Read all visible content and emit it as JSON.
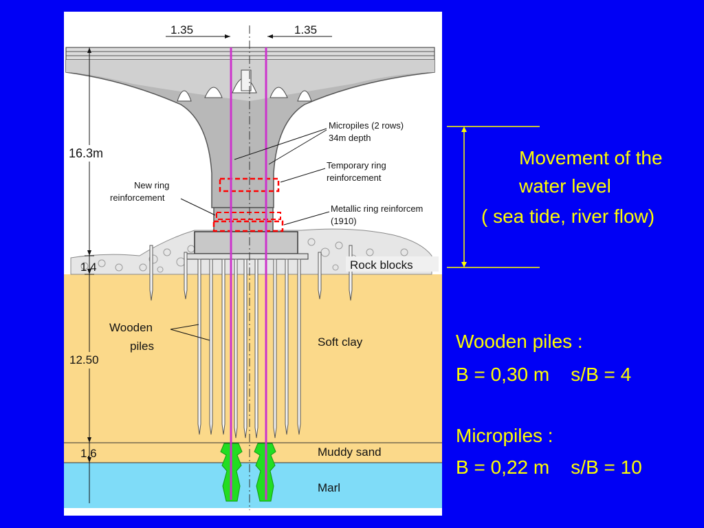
{
  "diagram": {
    "dim_left": "1.35",
    "dim_right": "1.35",
    "height_total": "16.3m",
    "height_rock": "1.4",
    "height_clay": "12.50",
    "height_muddy": "1.6",
    "callout_micropiles": [
      "Micropiles (2 rows)",
      "34m depth"
    ],
    "callout_temp_ring": [
      "Temporary ring",
      "reinforcement"
    ],
    "callout_new_ring": [
      "New ring",
      "reinforcement"
    ],
    "callout_metallic_ring": [
      "Metallic ring reinforcem",
      "(1910)"
    ],
    "callout_wooden": [
      "Wooden",
      "piles"
    ],
    "layer_rock": "Rock blocks",
    "layer_clay": "Soft clay",
    "layer_muddy": "Muddy sand",
    "layer_marl": "Marl"
  },
  "annotation": {
    "water_line1": "Movement of the",
    "water_line2": "water level",
    "water_line3": "( sea tide, river flow)"
  },
  "specs": {
    "wooden_title": "Wooden piles :",
    "wooden_values": "B = 0,30 m    s/B = 4",
    "micro_title": "Micropiles :",
    "micro_values": "B = 0,22 m    s/B = 10"
  },
  "colors": {
    "background": "#0000f5",
    "text": "#ffff00",
    "clay": "#fbd98a",
    "marl": "#7fdcf8",
    "micropile": "#cc33cc",
    "grout": "#22dd22",
    "reinforcement": "#ff0000"
  }
}
